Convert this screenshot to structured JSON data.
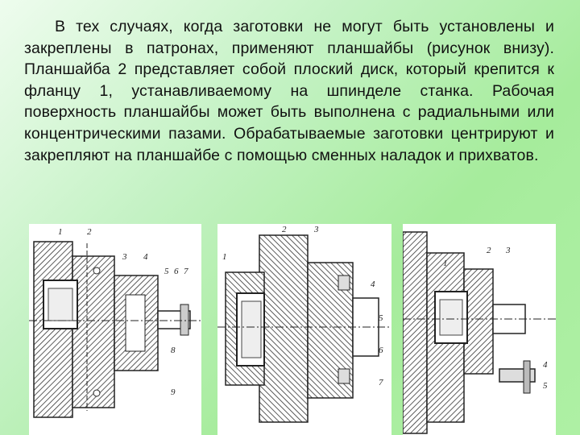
{
  "slide": {
    "paragraph": "В тех случаях, когда заготовки не могут быть установлены и закреплены в патронах, применяют планшайбы (рисунок внизу). Планшайба 2 представляет собой плоский диск, который крепится к фланцу 1, устанавливаемому на шпинделе станка. Рабочая поверхность планшайбы может быть выполнена с радиальными или концентрическими пазами. Обрабатываемые заготовки центрируют и закрепляют на планшайбе с помощью сменных наладок и прихватов."
  },
  "figures": [
    {
      "callouts": [
        "1",
        "2",
        "3",
        "4",
        "5",
        "6",
        "7",
        "8",
        "9"
      ]
    },
    {
      "callouts": [
        "1",
        "2",
        "3",
        "4",
        "5",
        "6",
        "7"
      ]
    },
    {
      "callouts": [
        "1",
        "2",
        "3",
        "4",
        "5"
      ]
    }
  ]
}
